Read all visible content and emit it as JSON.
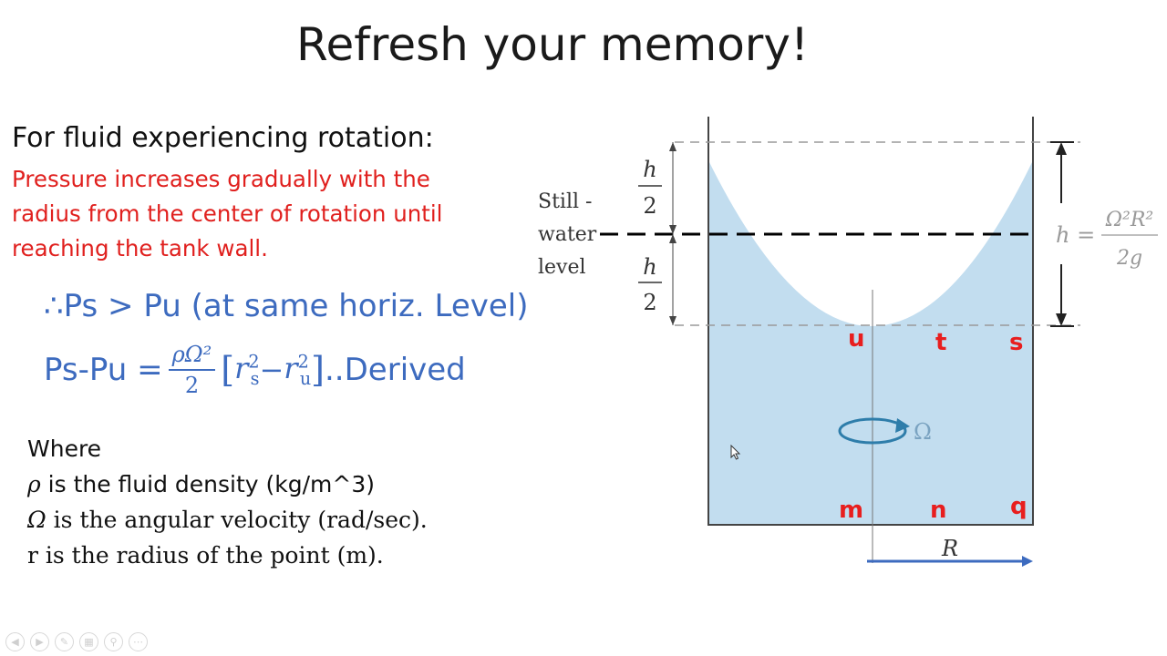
{
  "slide": {
    "title": "Refresh your memory!",
    "intro": "For fluid experiencing rotation:",
    "red_lines": [
      "Pressure increases gradually with the",
      "radius from the center of rotation until",
      "reaching the tank wall."
    ],
    "inequality": "∴Ps > Pu (at same horiz. Level)",
    "formula": {
      "lhs": "Ps-Pu = ",
      "num": "ρΩ²",
      "den": "2",
      "bracket_open": "[",
      "rs": "r",
      "rs_sup": "2",
      "rs_sub": "s",
      "minus": " − ",
      "ru": "r",
      "ru_sup": "2",
      "ru_sub": "u",
      "bracket_close": "]",
      "suffix": "..Derived"
    },
    "where": {
      "heading": "Where",
      "rho_sym": "ρ",
      "rho_text": " is the fluid density (kg/m^3)",
      "omega_sym": "Ω",
      "omega_text": " is the angular velocity (rad/sec).",
      "r_text": "r is the radius of the point (m)."
    }
  },
  "diagram": {
    "still_water_label": [
      "Still -",
      "water",
      "level"
    ],
    "h_half_num": "h",
    "h_half_den": "2",
    "h_eq_lhs": "h =",
    "h_eq_num": "Ω²R²",
    "h_eq_den": "2g",
    "omega_label": "Ω",
    "radius_label": "R",
    "points": {
      "u": "u",
      "t": "t",
      "s": "s",
      "m": "m",
      "n": "n",
      "q": "q"
    },
    "colors": {
      "water": "#c2ddef",
      "point_labels": "#e81e1e",
      "arrow": "#3d6bbf",
      "formula_blue": "#3d6bbf"
    }
  },
  "nav_icons": [
    "prev-icon",
    "next-icon",
    "pen-icon",
    "slides-icon",
    "zoom-icon",
    "more-icon"
  ]
}
